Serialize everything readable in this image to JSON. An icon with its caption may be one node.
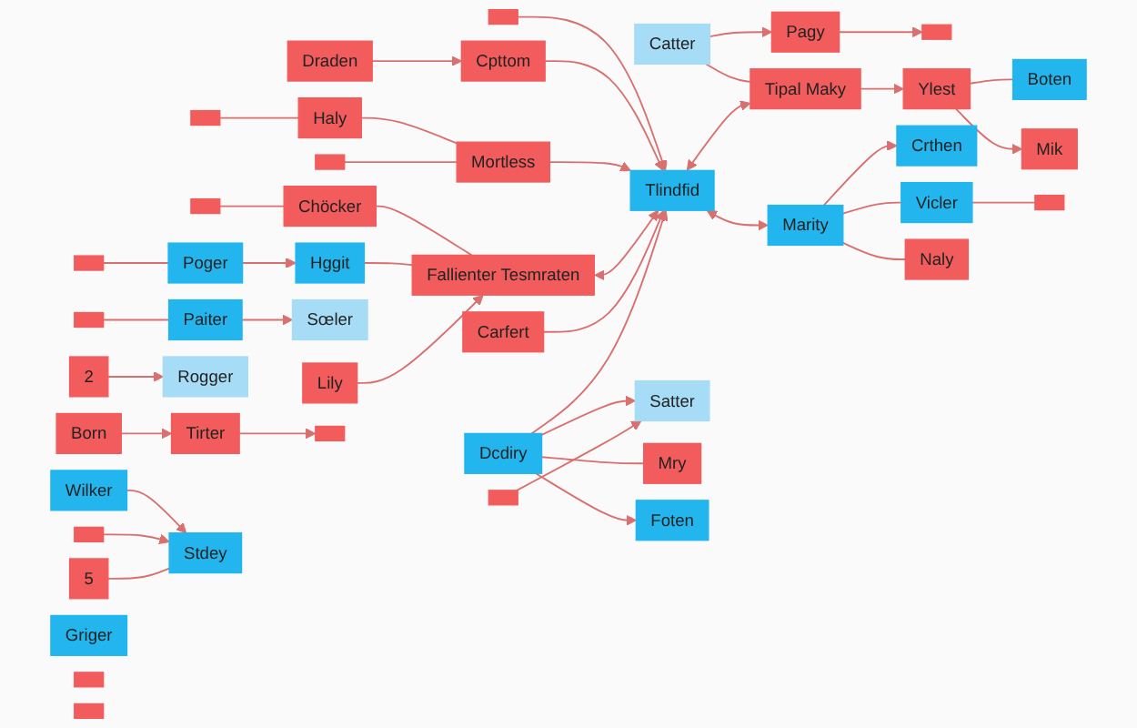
{
  "diagram": {
    "nodes": [
      {
        "text": [],
        "shape": "box"
      },
      {
        "text": [
          "Draden"
        ]
      },
      {
        "text": [],
        "shape": "box"
      },
      {
        "text": [],
        "shape": "box"
      },
      {
        "text": [
          "Haly"
        ]
      },
      {
        "text": [],
        "shape": "box"
      },
      {
        "text": [
          "Poger"
        ]
      },
      {
        "text": [
          "Griger"
        ]
      },
      {
        "text": [],
        "shape": "box"
      },
      {
        "text": [],
        "shape": "box"
      },
      {
        "text": [
          "Chöcker"
        ]
      },
      {
        "text": [
          "Hggit"
        ]
      },
      {
        "text": [
          "Cpttom"
        ]
      },
      {
        "text": [
          "Mortless"
        ]
      },
      {
        "text": [],
        "shape": "box"
      },
      {
        "text": [
          "Pagy"
        ]
      },
      {
        "text": [],
        "shape": "box"
      },
      {
        "text": [
          "Paiter"
        ]
      },
      {
        "text": [
          "Sœler"
        ]
      },
      {
        "text": [
          "Catter"
        ]
      },
      {
        "text": [
          "Rogger"
        ]
      },
      {
        "text": [
          "2"
        ]
      },
      {
        "text": [
          "Lily"
        ]
      },
      {
        "text": [
          "Fallienter Tesmraten"
        ]
      },
      {
        "text": [
          "Tlindfid"
        ]
      },
      {
        "text": [
          "Tipal Maky"
        ]
      },
      {
        "text": [
          "Ylest"
        ]
      },
      {
        "text": [
          "Boten"
        ]
      },
      {
        "text": [],
        "shape": "box"
      },
      {
        "text": [
          "Wilker"
        ]
      },
      {
        "text": [
          "Stdey"
        ]
      },
      {
        "text": [
          "Mik"
        ]
      },
      {
        "text": [
          "Born"
        ]
      },
      {
        "text": [],
        "shape": "box"
      },
      {
        "text": [
          "Tirter"
        ]
      },
      {
        "text": [
          "Dcdiry"
        ]
      },
      {
        "text": [
          "5"
        ]
      },
      {
        "text": [
          "Marity"
        ]
      },
      {
        "text": [],
        "shape": "box"
      },
      {
        "text": [
          "Satter"
        ]
      },
      {
        "text": [
          "Crthen"
        ]
      },
      {
        "text": [
          "Carfert"
        ]
      },
      {
        "text": [],
        "shape": "box"
      },
      {
        "text": [
          "Mry"
        ]
      },
      {
        "text": [
          "Vicler"
        ]
      },
      {
        "text": [
          "Naly"
        ]
      },
      {
        "text": [],
        "shape": "box"
      },
      {
        "text": [
          "Foten"
        ]
      }
    ],
    "edges": [
      {
        "from": 0,
        "to": 24,
        "arrow": "to"
      },
      {
        "from": 1,
        "to": 12,
        "arrow": "to"
      },
      {
        "from": 2,
        "to": 4,
        "arrow": "none"
      },
      {
        "from": 3,
        "to": 6,
        "arrow": "none"
      },
      {
        "from": 4,
        "to": 13,
        "arrow": "none"
      },
      {
        "from": 5,
        "to": 13,
        "arrow": "none"
      },
      {
        "from": 6,
        "to": 11,
        "arrow": "to"
      },
      {
        "from": 8,
        "to": 10,
        "arrow": "none"
      },
      {
        "from": 10,
        "to": 23,
        "arrow": "none"
      },
      {
        "from": 11,
        "to": 23,
        "arrow": "none"
      },
      {
        "from": 12,
        "to": 24,
        "arrow": "to"
      },
      {
        "from": 13,
        "to": 24,
        "arrow": "to"
      },
      {
        "from": 14,
        "to": 17,
        "arrow": "none"
      },
      {
        "from": 17,
        "to": 18,
        "arrow": "to"
      },
      {
        "from": 19,
        "to": 15,
        "arrow": "to"
      },
      {
        "from": 15,
        "to": 9,
        "arrow": "to"
      },
      {
        "from": 21,
        "to": 20,
        "arrow": "to"
      },
      {
        "from": 19,
        "to": 25,
        "arrow": "none"
      },
      {
        "from": 22,
        "to": 23,
        "arrow": "to"
      },
      {
        "from": 23,
        "to": 24,
        "arrow": "both"
      },
      {
        "from": 24,
        "to": 25,
        "arrow": "both"
      },
      {
        "from": 25,
        "to": 26,
        "arrow": "to"
      },
      {
        "from": 26,
        "to": 27,
        "arrow": "none"
      },
      {
        "from": 26,
        "to": 31,
        "arrow": "to"
      },
      {
        "from": 32,
        "to": 34,
        "arrow": "to"
      },
      {
        "from": 34,
        "to": 38,
        "arrow": "to"
      },
      {
        "from": 24,
        "to": 37,
        "arrow": "both"
      },
      {
        "from": 37,
        "to": 40,
        "arrow": "to"
      },
      {
        "from": 37,
        "to": 44,
        "arrow": "none"
      },
      {
        "from": 44,
        "to": 46,
        "arrow": "none"
      },
      {
        "from": 37,
        "to": 45,
        "arrow": "none"
      },
      {
        "from": 41,
        "to": 24,
        "arrow": "to"
      },
      {
        "from": 35,
        "to": 24,
        "arrow": "to"
      },
      {
        "from": 35,
        "to": 39,
        "arrow": "to"
      },
      {
        "from": 35,
        "to": 43,
        "arrow": "none"
      },
      {
        "from": 35,
        "to": 47,
        "arrow": "to"
      },
      {
        "from": 29,
        "to": 30,
        "arrow": "to"
      },
      {
        "from": 28,
        "to": 30,
        "arrow": "to"
      },
      {
        "from": 36,
        "to": 30,
        "arrow": "none"
      },
      {
        "from": 42,
        "to": 39,
        "arrow": "to"
      }
    ]
  }
}
